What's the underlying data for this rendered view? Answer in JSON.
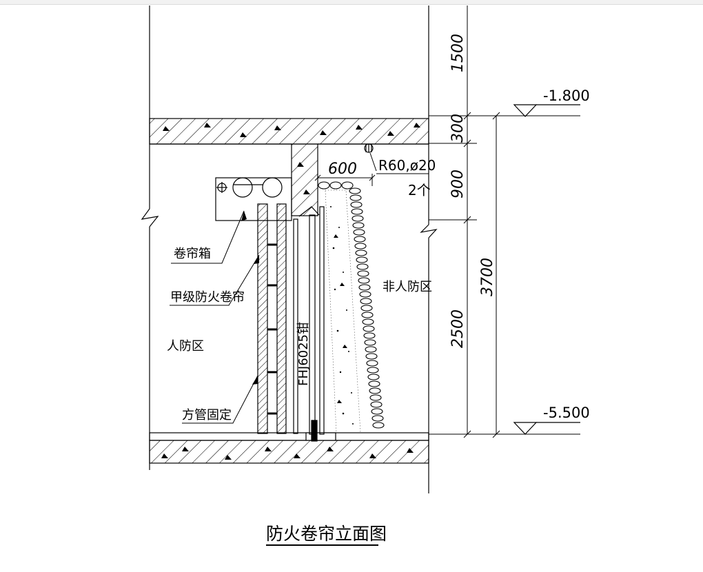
{
  "title": "防火卷帘立面图",
  "labels": {
    "roll_box": "卷帘箱",
    "fire_shutter": "甲级防火卷帘",
    "square_tube": "方管固定",
    "civil_defense_zone": "人防区",
    "non_civil_defense_zone": "非人防区",
    "door_model": "FHJ6025钳",
    "rebar_note": "R60,ø20",
    "rebar_count": "2个"
  },
  "elevations": {
    "top": "-1.800",
    "bottom": "-5.500"
  },
  "dimensions": {
    "d1500": "1500",
    "d300": "300",
    "d900": "900",
    "d2500": "2500",
    "d3700": "3700",
    "d600": "600"
  }
}
